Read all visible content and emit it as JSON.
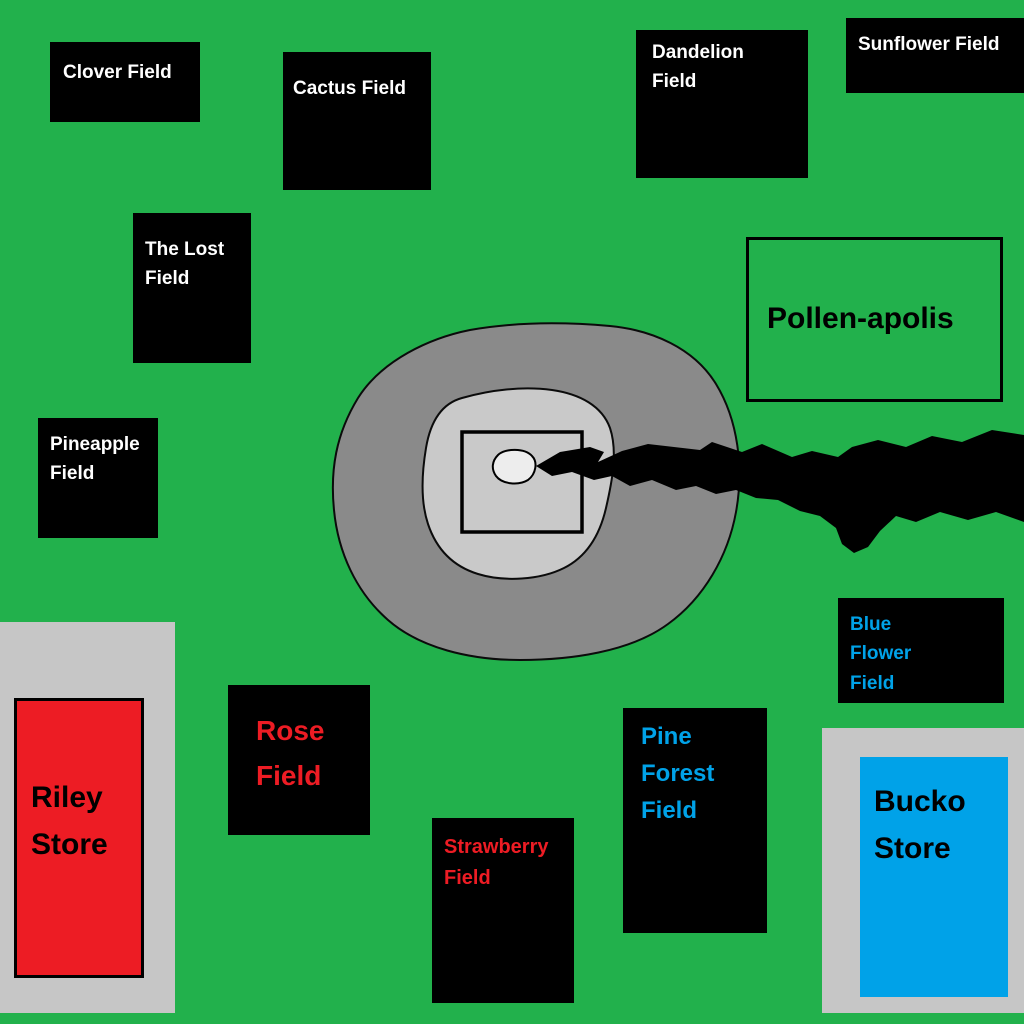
{
  "map": {
    "colors": {
      "background_green": "#22B14C",
      "field_box_black": "#000000",
      "platform_gray": "#C6C6C6",
      "mountain_gray": "#8A8A8A",
      "mountain_upper_gray": "#C9C9C9",
      "river_black": "#000000",
      "riley_store_red": "#ED1C24",
      "bucko_store_blue": "#00A2E8",
      "label_white": "#FFFFFF",
      "label_red": "#ED1C24",
      "label_blue": "#00A2E8",
      "label_black": "#000000"
    },
    "fields": [
      {
        "id": "clover",
        "label": "Clover Field"
      },
      {
        "id": "cactus",
        "label": "Cactus Field"
      },
      {
        "id": "dandelion",
        "label": "Dandelion Field"
      },
      {
        "id": "sunflower",
        "label": "Sunflower Field"
      },
      {
        "id": "lost",
        "label": "The Lost Field"
      },
      {
        "id": "pineapple",
        "label": "Pineapple Field"
      },
      {
        "id": "blue-flower",
        "label": "Blue Flower Field"
      },
      {
        "id": "rose",
        "label": "Rose Field"
      },
      {
        "id": "strawberry",
        "label": "Strawberry Field"
      },
      {
        "id": "pine-forest",
        "label": "Pine Forest Field"
      }
    ],
    "city": {
      "label": "Pollen-apolis"
    },
    "stores": [
      {
        "id": "riley",
        "label": "Riley Store"
      },
      {
        "id": "bucko",
        "label": "Bucko Store"
      }
    ]
  }
}
